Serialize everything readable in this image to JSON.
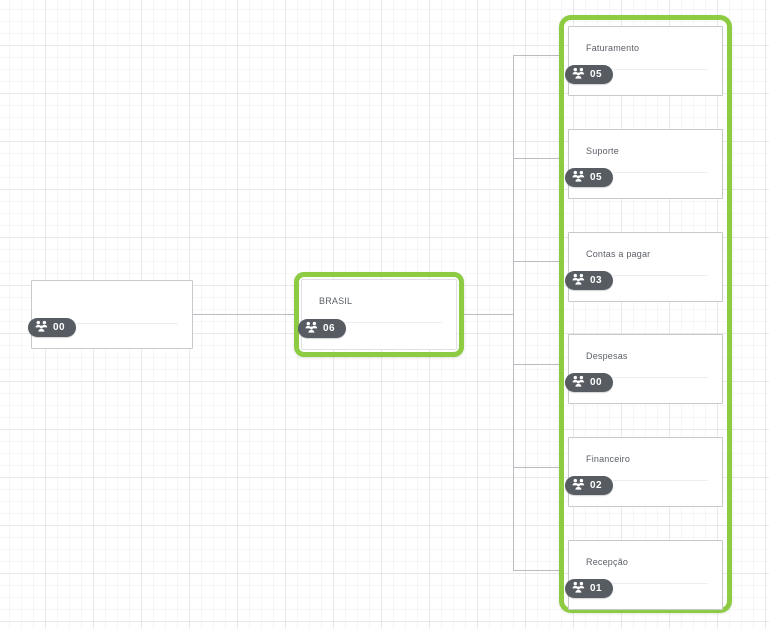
{
  "app": {
    "view": "organization-chart",
    "grid_visible": true
  },
  "colors": {
    "selection_green": "#8ccb42",
    "badge_gray": "#575c63",
    "card_border": "#c6cacd",
    "connector": "#b9bdc2",
    "title_text": "#5a5f66",
    "canvas_background": "#ffffff"
  },
  "nodes": {
    "root": {
      "title": "",
      "count": "00",
      "icon": "people-group-icon",
      "selected": false
    },
    "brasil": {
      "title": "BRASIL",
      "count": "06",
      "icon": "people-group-icon",
      "selected": true
    }
  },
  "children": {
    "selected": true,
    "items": [
      {
        "title": "Faturamento",
        "count": "05",
        "icon": "people-group-icon"
      },
      {
        "title": "Suporte",
        "count": "05",
        "icon": "people-group-icon"
      },
      {
        "title": "Contas a pagar",
        "count": "03",
        "icon": "people-group-icon"
      },
      {
        "title": "Despesas",
        "count": "00",
        "icon": "people-group-icon"
      },
      {
        "title": "Financeiro",
        "count": "02",
        "icon": "people-group-icon"
      },
      {
        "title": "Recepção",
        "count": "01",
        "icon": "people-group-icon"
      }
    ]
  }
}
